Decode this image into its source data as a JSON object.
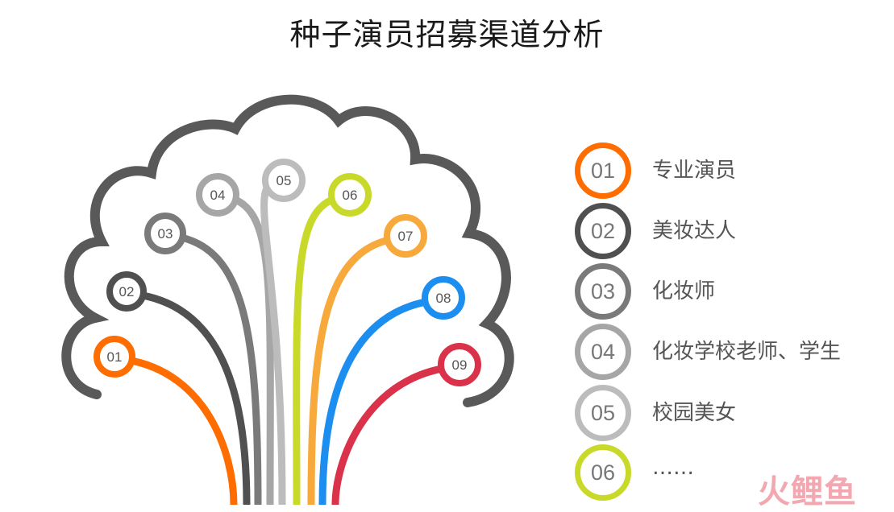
{
  "title": "种子演员招募渠道分析",
  "nodes": [
    {
      "id": "01",
      "color": "#ff6d00"
    },
    {
      "id": "02",
      "color": "#505050"
    },
    {
      "id": "03",
      "color": "#7a7a7a"
    },
    {
      "id": "04",
      "color": "#a6a6a6"
    },
    {
      "id": "05",
      "color": "#bcbcbc"
    },
    {
      "id": "06",
      "color": "#c8d92a"
    },
    {
      "id": "07",
      "color": "#f7a93b"
    },
    {
      "id": "08",
      "color": "#1c8ef0"
    },
    {
      "id": "09",
      "color": "#d9324a"
    }
  ],
  "legend": [
    {
      "num": "01",
      "label": "专业演员",
      "color": "#ff6d00"
    },
    {
      "num": "02",
      "label": "美妆达人",
      "color": "#505050"
    },
    {
      "num": "03",
      "label": "化妆师",
      "color": "#7a7a7a"
    },
    {
      "num": "04",
      "label": "化妆学校老师、学生",
      "color": "#a6a6a6"
    },
    {
      "num": "05",
      "label": "校园美女",
      "color": "#bcbcbc"
    },
    {
      "num": "06",
      "label": "……",
      "color": "#c8d92a"
    }
  ],
  "watermark": "火鲤鱼"
}
